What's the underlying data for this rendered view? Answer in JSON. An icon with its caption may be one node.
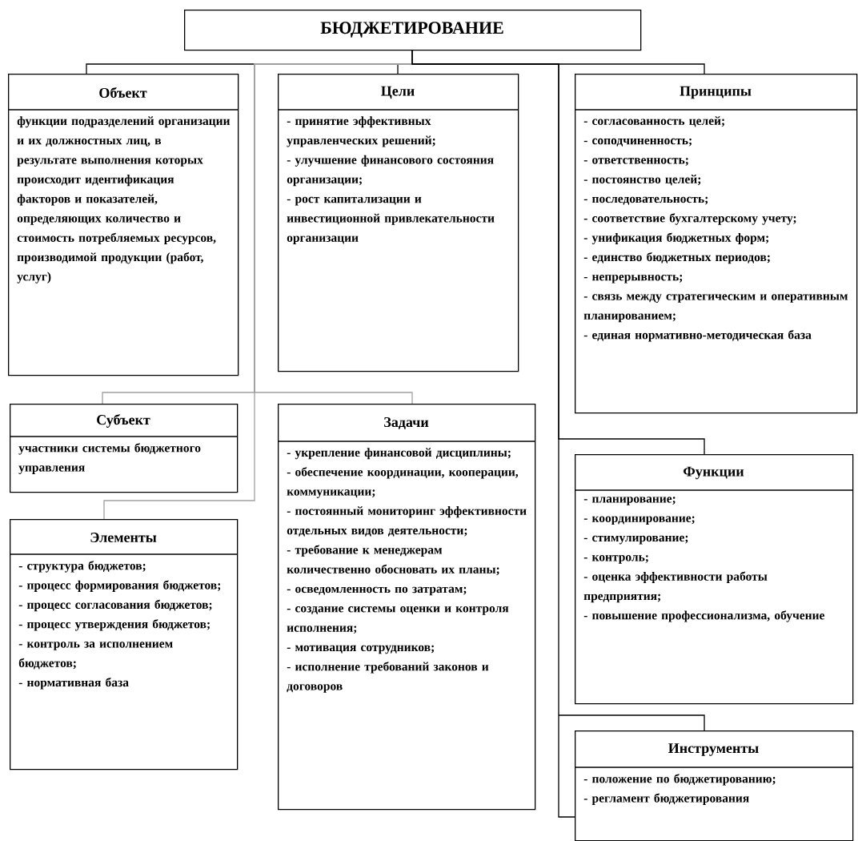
{
  "diagram": {
    "nodes": [
      {
        "text": [
          "БЮДЖЕТИРОВАНИЕ"
        ]
      },
      {
        "text": [
          "Объект",
          "функции подразделений организации и их должностных лиц, в результате выполнения которых происходит идентификация факторов и показателей, определяющих количество и стоимость потребляемых ресурсов, производимой продукции (работ, услуг)"
        ]
      },
      {
        "text": [
          "Цели",
          "- принятие эффективных управленческих решений;",
          "- улучшение финансового состояния организации;",
          "- рост капитализации и инвестиционной привлекательности организации"
        ]
      },
      {
        "text": [
          "Принципы",
          "- согласованность целей;",
          "- соподчиненность;",
          "- ответственность;",
          "- постоянство целей;",
          "- последовательность;",
          "- соответствие бухгалтерскому учету;",
          "- унификация бюджетных форм;",
          "- единство бюджетных периодов;",
          "- непрерывность;",
          "- связь между стратегическим и оперативным планированием;",
          "- единая нормативно-методическая база"
        ]
      },
      {
        "text": [
          "Субъект",
          "участники системы бюджетного управления"
        ]
      },
      {
        "text": [
          "Задачи",
          "- укрепление финансовой дисциплины;",
          "- обеспечение координации, кооперации, коммуникации;",
          "- постоянный мониторинг эффективности отдельных видов деятельности;",
          "- требование к менеджерам количественно обосновать их планы;",
          "- осведомленность по затратам;",
          "- создание системы оценки и контроля исполнения;",
          "- мотивация сотрудников;",
          "- исполнение требований законов и договоров"
        ]
      },
      {
        "text": [
          "Элементы",
          "- структура бюджетов;",
          "- процесс формирования бюджетов;",
          "- процесс согласования бюджетов;",
          "- процесс утверждения бюджетов;",
          "- контроль за исполнением бюджетов;",
          "- нормативная база"
        ]
      },
      {
        "text": [
          "Функции",
          "- планирование;",
          "- координирование;",
          "- стимулирование;",
          "- контроль;",
          "- оценка эффективности работы предприятия;",
          "- повышение профессионализма, обучение"
        ]
      },
      {
        "text": [
          "Инструменты",
          "- положение по бюджетированию;",
          "- регламент бюджетирования"
        ]
      }
    ],
    "edges": [
      {
        "from": 0,
        "to": 1,
        "arrow": "none"
      },
      {
        "from": 0,
        "to": 2,
        "arrow": "none"
      },
      {
        "from": 0,
        "to": 3,
        "arrow": "none"
      },
      {
        "from": 0,
        "to": 4,
        "arrow": "none",
        "color": "#a0a0a0"
      },
      {
        "from": 0,
        "to": 5,
        "arrow": "none",
        "color": "#a0a0a0"
      },
      {
        "from": 0,
        "to": 6,
        "arrow": "none",
        "color": "#a0a0a0"
      },
      {
        "from": 0,
        "to": 7,
        "arrow": "none"
      },
      {
        "from": 0,
        "to": 8,
        "arrow": "none"
      }
    ]
  }
}
